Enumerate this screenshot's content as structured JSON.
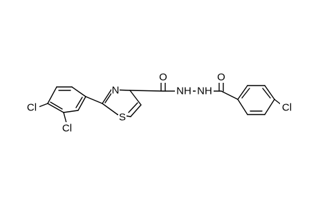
{
  "atoms": [
    {
      "id": "a1",
      "label": "Cl"
    },
    {
      "id": "a2",
      "label": "Cl"
    },
    {
      "id": "a3",
      "label": "N"
    },
    {
      "id": "a4",
      "label": "S"
    },
    {
      "id": "a5",
      "label": "O"
    },
    {
      "id": "a6",
      "label": "NH"
    },
    {
      "id": "a7",
      "label": "NH"
    },
    {
      "id": "a8",
      "label": "O"
    },
    {
      "id": "a9",
      "label": "Cl"
    }
  ],
  "colors": {
    "bond": "#000000",
    "text": "#000000",
    "background": "#ffffff"
  }
}
